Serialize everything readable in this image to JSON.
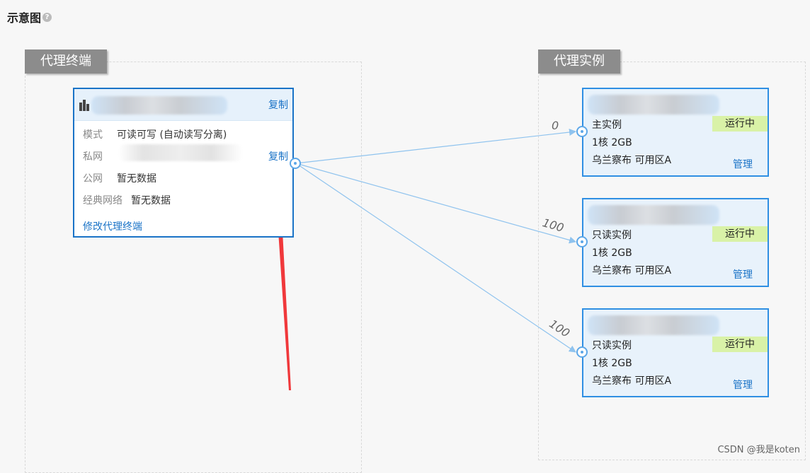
{
  "page": {
    "title": "示意图",
    "help_icon": "question-circle-icon"
  },
  "proxy_panel": {
    "label": "代理终端",
    "endpoint": {
      "copy_name_label": "复制",
      "mode_key": "模式",
      "mode_value": "可读可写 (自动读写分离)",
      "private_key": "私网",
      "private_copy_label": "复制",
      "public_key": "公网",
      "public_value": "暂无数据",
      "classic_key": "经典网络",
      "classic_value": "暂无数据",
      "modify_label": "修改代理终端"
    }
  },
  "instance_panel": {
    "label": "代理实例",
    "instances": [
      {
        "role": "主实例",
        "spec": "1核 2GB",
        "zone": "乌兰察布 可用区A",
        "status": "运行中",
        "manage": "管理",
        "weight": "0"
      },
      {
        "role": "只读实例",
        "spec": "1核 2GB",
        "zone": "乌兰察布 可用区A",
        "status": "运行中",
        "manage": "管理",
        "weight": "100"
      },
      {
        "role": "只读实例",
        "spec": "1核 2GB",
        "zone": "乌兰察布 可用区A",
        "status": "运行中",
        "manage": "管理",
        "weight": "100"
      }
    ]
  },
  "colors": {
    "accent": "#1a73c7",
    "status_bg": "#d9f2a7",
    "arrow": "#f0383b"
  },
  "watermark": "CSDN @我是koten"
}
